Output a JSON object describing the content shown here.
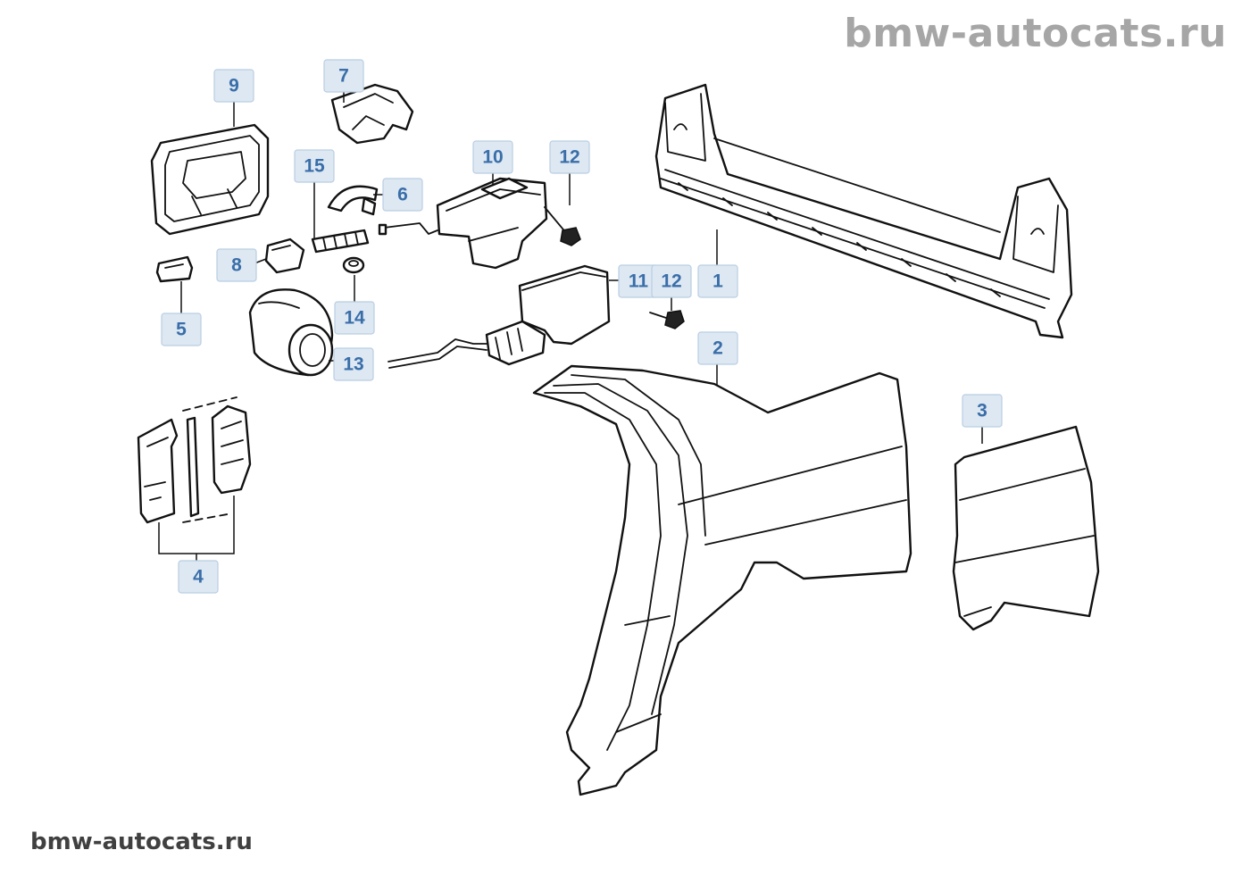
{
  "watermark_top": "bmw-autocats.ru",
  "watermark_bottom": "bmw-autocats.ru",
  "parts": [
    {
      "key": "p1",
      "label": "1"
    },
    {
      "key": "p2",
      "label": "2"
    },
    {
      "key": "p3",
      "label": "3"
    },
    {
      "key": "p4",
      "label": "4"
    },
    {
      "key": "p5",
      "label": "5"
    },
    {
      "key": "p6",
      "label": "6"
    },
    {
      "key": "p7",
      "label": "7"
    },
    {
      "key": "p8",
      "label": "8"
    },
    {
      "key": "p9",
      "label": "9"
    },
    {
      "key": "p10",
      "label": "10"
    },
    {
      "key": "p11",
      "label": "11"
    },
    {
      "key": "p12a",
      "label": "12"
    },
    {
      "key": "p12b",
      "label": "12"
    },
    {
      "key": "p13",
      "label": "13"
    },
    {
      "key": "p14",
      "label": "14"
    },
    {
      "key": "p15",
      "label": "15"
    }
  ],
  "colors": {
    "callout_fill": "#dde8f3",
    "callout_text": "#3a6ea8",
    "line": "#111111",
    "watermark_light": "#a6a6a6",
    "watermark_dark": "#404040"
  }
}
